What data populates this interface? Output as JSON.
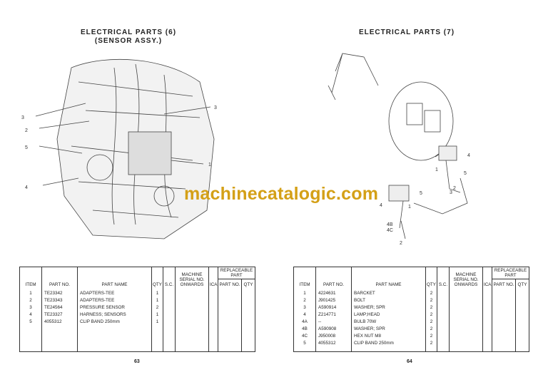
{
  "left_page": {
    "title_line1": "ELECTRICAL PARTS (6)",
    "title_line2": "(SENSOR ASSY.)",
    "callouts": [
      "3",
      "2",
      "5",
      "1",
      "4",
      "3"
    ],
    "page_number": "63",
    "rows": [
      {
        "item": "1",
        "part_no": "TE23342",
        "part_name": "ADAPTERS-TEE",
        "qty": "1"
      },
      {
        "item": "2",
        "part_no": "TE23343",
        "part_name": "ADAPTERS-TEE",
        "qty": "1"
      },
      {
        "item": "3",
        "part_no": "TE24564",
        "part_name": "PRESSURE SENSOR",
        "qty": "2"
      },
      {
        "item": "4",
        "part_no": "TE23327",
        "part_name": "HARNESS; SENSORS",
        "qty": "1"
      },
      {
        "item": "5",
        "part_no": "4055312",
        "part_name": "CLIP BAND 250mm",
        "qty": "1"
      }
    ]
  },
  "right_page": {
    "title": "ELECTRICAL PARTS (7)",
    "callouts": [
      "4",
      "1",
      "5",
      "2",
      "3",
      "5",
      "4",
      "1",
      "4B",
      "4C",
      "2"
    ],
    "page_number": "64",
    "rows": [
      {
        "item": "1",
        "part_no": "4224631",
        "part_name": "BARCKET",
        "qty": "2"
      },
      {
        "item": "2",
        "part_no": "J901425",
        "part_name": "BOLT",
        "qty": "2"
      },
      {
        "item": "3",
        "part_no": "A590914",
        "part_name": "WASHER; SPR",
        "qty": "2"
      },
      {
        "item": "4",
        "part_no": "Z214771",
        "part_name": "LAMP;HEAD",
        "qty": "2"
      },
      {
        "item": "4A",
        "part_no": "--",
        "part_name": "BULB 70W",
        "qty": "2"
      },
      {
        "item": "4B",
        "part_no": "A590908",
        "part_name": "WASHER; SPR",
        "qty": "2"
      },
      {
        "item": "4C",
        "part_no": "J950008",
        "part_name": "HEX NUT M8",
        "qty": "2"
      },
      {
        "item": "5",
        "part_no": "4055312",
        "part_name": "CLIP BAND 250mm",
        "qty": "2"
      }
    ]
  },
  "headers": {
    "item": "ITEM",
    "part_no": "PART NO.",
    "part_name": "PART NAME",
    "qty": "QTY",
    "sc": "S.C.",
    "machine_serial": "MACHINE SERIAL NO. ONWARDS",
    "ica": "ICA",
    "replaceable": "REPLACEABLE PART",
    "rep_part_no": "PART NO.",
    "rep_qty": "QTY"
  },
  "watermark": "machinecatalogic.com",
  "colors": {
    "watermark": "#d4a017"
  }
}
